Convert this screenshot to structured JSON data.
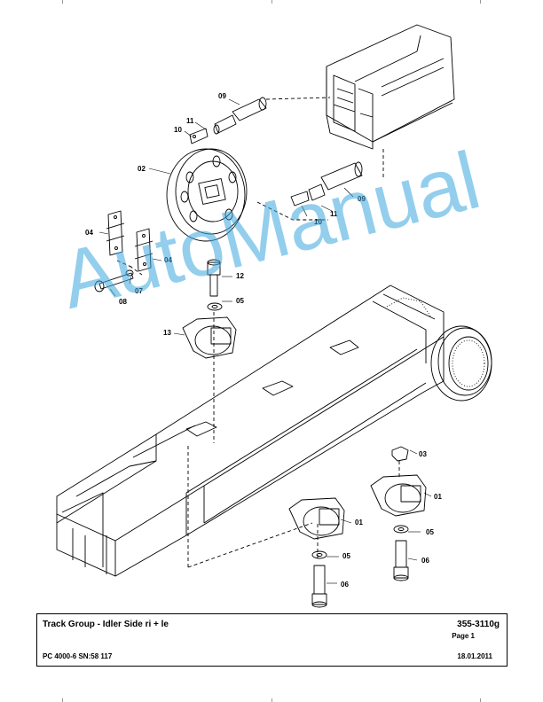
{
  "watermark": "AutoManual",
  "callouts": {
    "c09a": "09",
    "c11a": "11",
    "c10a": "10",
    "c02": "02",
    "c09b": "09",
    "c11b": "11",
    "c10b": "10",
    "c04a": "04",
    "c04b": "04",
    "c08": "08",
    "c07": "07",
    "c12": "12",
    "c05a": "05",
    "c13": "13",
    "c03": "03",
    "c01a": "01",
    "c01b": "01",
    "c05b": "05",
    "c05c": "05",
    "c06a": "06",
    "c06b": "06"
  },
  "footer": {
    "title": "Track Group - Idler Side ri + le",
    "part_number": "355-3110g",
    "page": "Page 1",
    "model": "PC 4000-6 SN:58 117",
    "date": "18.01.2011"
  },
  "colors": {
    "line": "#000000",
    "watermark": "#3aa6de"
  }
}
